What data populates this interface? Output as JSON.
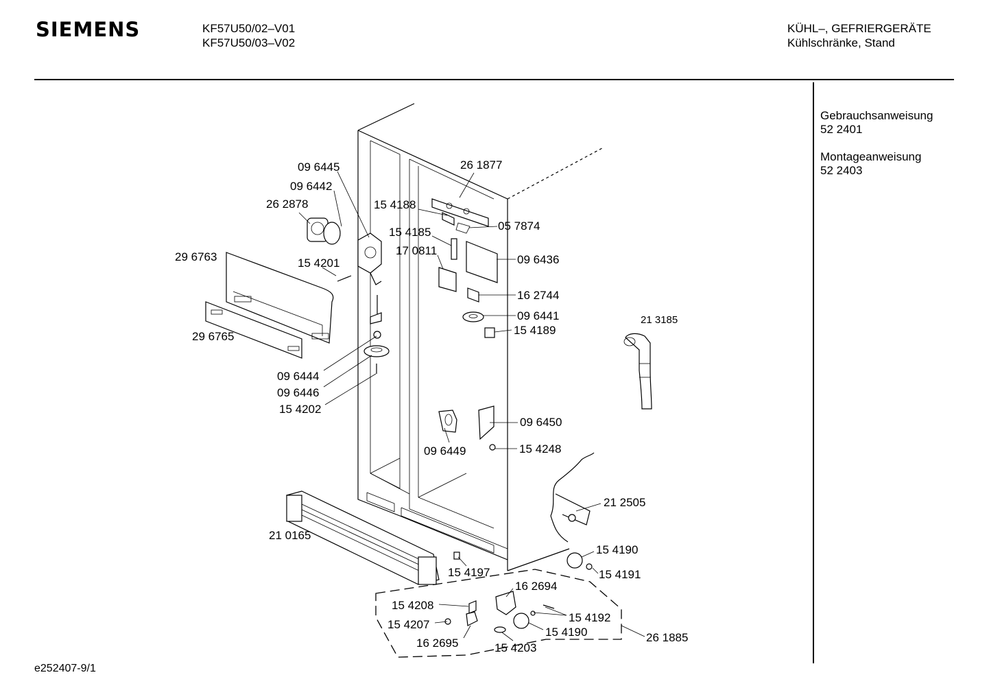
{
  "header": {
    "brand": "SIEMENS",
    "models": [
      "KF57U50/02–V01",
      "KF57U50/03–V02"
    ],
    "category": "KÜHL–, GEFRIERGERÄTE",
    "subcategory": "Kühlschränke, Stand"
  },
  "documents": [
    {
      "title": "Gebrauchsanweisung",
      "number": "52 2401"
    },
    {
      "title": "Montageanweisung",
      "number": "52 2403"
    }
  ],
  "footer": {
    "code": "e252407-9/1"
  },
  "parts": [
    {
      "id": "096445",
      "label": "09 6445"
    },
    {
      "id": "096442",
      "label": "09 6442"
    },
    {
      "id": "262878",
      "label": "26 2878"
    },
    {
      "id": "296763",
      "label": "29 6763"
    },
    {
      "id": "154201",
      "label": "15 4201"
    },
    {
      "id": "296765",
      "label": "29 6765"
    },
    {
      "id": "096444",
      "label": "09 6444"
    },
    {
      "id": "096446",
      "label": "09 6446"
    },
    {
      "id": "154202",
      "label": "15 4202"
    },
    {
      "id": "261877",
      "label": "26 1877"
    },
    {
      "id": "154188",
      "label": "15 4188"
    },
    {
      "id": "057874",
      "label": "05 7874"
    },
    {
      "id": "154185",
      "label": "15 4185"
    },
    {
      "id": "170811",
      "label": "17 0811"
    },
    {
      "id": "096436",
      "label": "09 6436"
    },
    {
      "id": "162744",
      "label": "16 2744"
    },
    {
      "id": "096441",
      "label": "09 6441"
    },
    {
      "id": "154189",
      "label": "15 4189"
    },
    {
      "id": "213185",
      "label": "21 3185"
    },
    {
      "id": "096450",
      "label": "09 6450"
    },
    {
      "id": "096449",
      "label": "09 6449"
    },
    {
      "id": "154248",
      "label": "15 4248"
    },
    {
      "id": "212505",
      "label": "21 2505"
    },
    {
      "id": "210165",
      "label": "21 0165"
    },
    {
      "id": "154190a",
      "label": "15 4190"
    },
    {
      "id": "154197",
      "label": "15 4197"
    },
    {
      "id": "154191",
      "label": "15 4191"
    },
    {
      "id": "162694",
      "label": "16 2694"
    },
    {
      "id": "154208",
      "label": "15 4208"
    },
    {
      "id": "154192",
      "label": "15 4192"
    },
    {
      "id": "154207",
      "label": "15 4207"
    },
    {
      "id": "154190b",
      "label": "15 4190"
    },
    {
      "id": "162695",
      "label": "16 2695"
    },
    {
      "id": "154203",
      "label": "15 4203"
    },
    {
      "id": "261885",
      "label": "26 1885"
    }
  ]
}
